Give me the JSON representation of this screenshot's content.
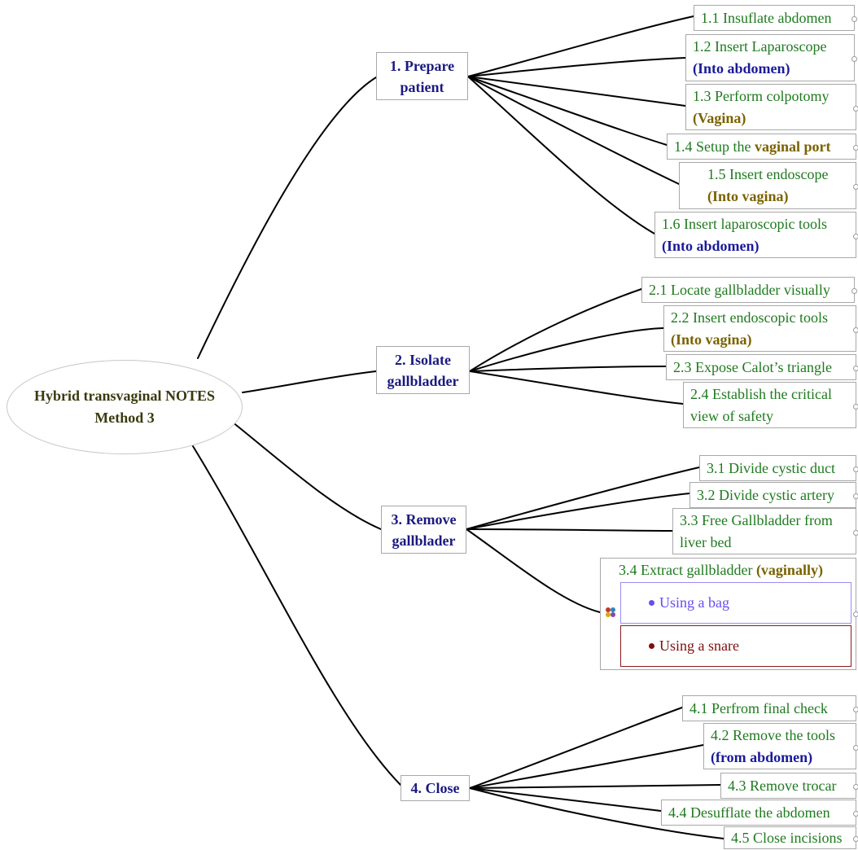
{
  "root": {
    "line1": "Hybrid transvaginal NOTES",
    "line2": "Method 3"
  },
  "branches": {
    "b1": {
      "line1": "1. Prepare",
      "line2": "patient"
    },
    "b2": {
      "line1": "2. Isolate",
      "line2": "gallbladder"
    },
    "b3": {
      "line1": "3. Remove",
      "line2": "gallblader"
    },
    "b4": {
      "label": "4. Close"
    }
  },
  "tasks": {
    "t11": {
      "text": "1.1 Insuflate abdomen"
    },
    "t12": {
      "text": "1.2 Insert Laparoscope",
      "sub": "(Into abdomen)"
    },
    "t13": {
      "text": "1.3 Perform colpotomy",
      "sub": "(Vagina)"
    },
    "t14": {
      "text": "1.4 Setup the ",
      "bold": "vaginal port"
    },
    "t15": {
      "text": "1.5 Insert endoscope",
      "sub": "(Into vagina)"
    },
    "t16": {
      "text": "1.6 Insert laparoscopic tools",
      "sub": "(Into abdomen)"
    },
    "t21": {
      "text": "2.1 Locate gallbladder visually"
    },
    "t22": {
      "text": "2.2 Insert endoscopic tools",
      "sub": "(Into vagina)"
    },
    "t23": {
      "text": "2.3 Expose Calot’s triangle"
    },
    "t24": {
      "text": "2.4 Establish the critical",
      "sub": "view of safety"
    },
    "t31": {
      "text": "3.1 Divide cystic duct"
    },
    "t32": {
      "text": "3.2 Divide cystic artery"
    },
    "t33": {
      "text": "3.3 Free Gallbladder from",
      "sub": "liver bed"
    },
    "t34": {
      "text": "3.4 Extract gallbladder ",
      "bold": "(vaginally)",
      "options": [
        "Using a bag",
        "Using a snare"
      ]
    },
    "t41": {
      "text": "4.1 Perfrom final check"
    },
    "t42": {
      "text": "4.2 Remove the tools",
      "sub": "(from abdomen)"
    },
    "t43": {
      "text": "4.3 Remove trocar"
    },
    "t44": {
      "text": "4.4 Desufflate the abdomen"
    },
    "t45": {
      "text": "4.5 Close incisions"
    }
  },
  "colors": {
    "main_text": "#1a1a80",
    "task_text": "#1e7a1e",
    "emphasis_blue": "#1a1a9a",
    "emphasis_olive": "#7a6200",
    "option_bag": "#6a4cf0",
    "option_snare": "#7a1010"
  },
  "icons": {
    "cluster": "colored-dots-icon"
  }
}
